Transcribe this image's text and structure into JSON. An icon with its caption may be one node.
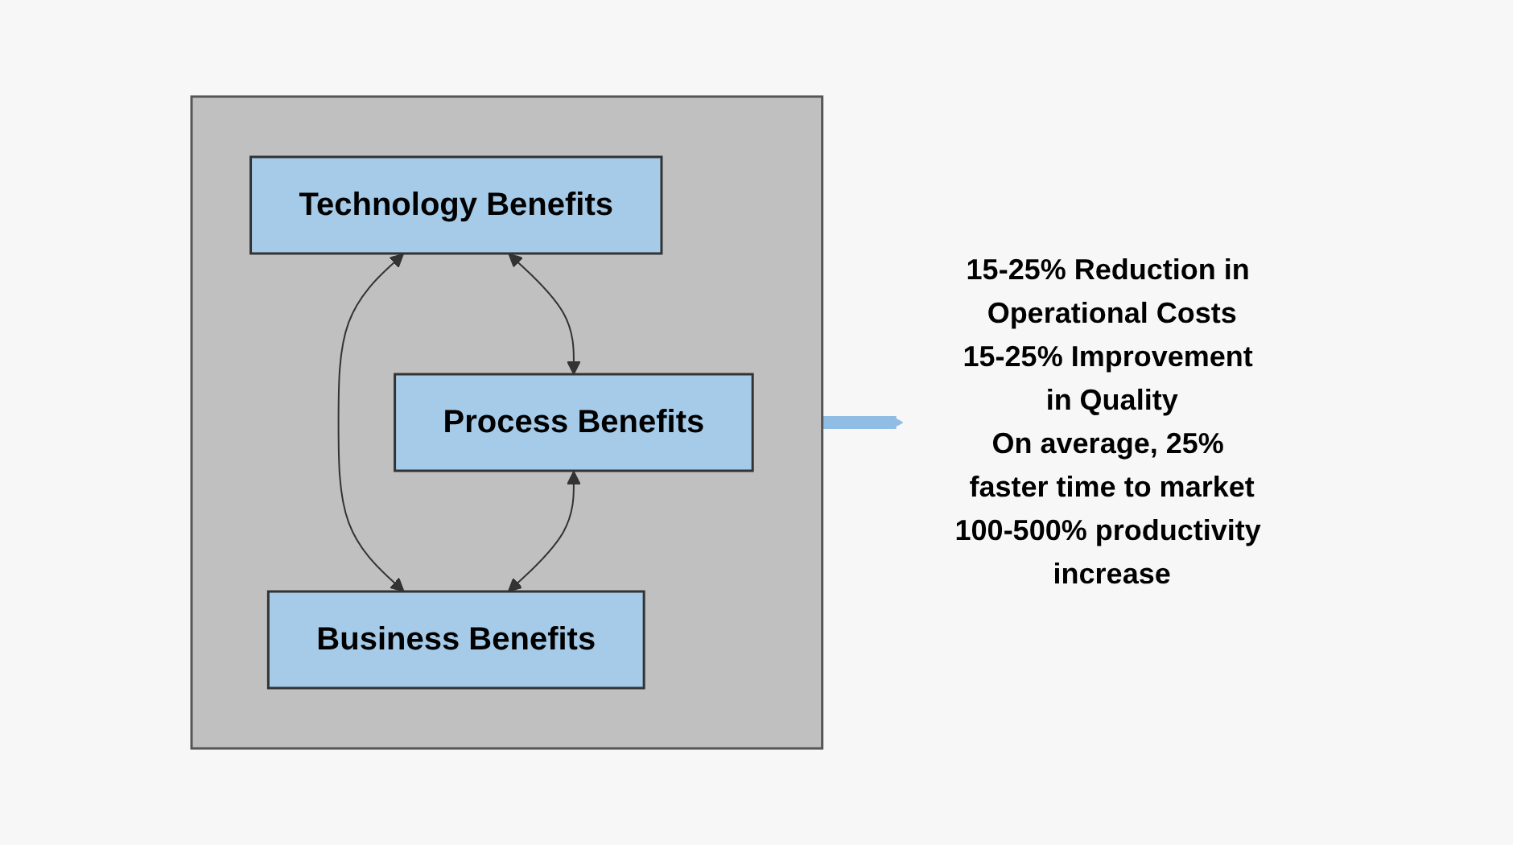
{
  "diagram": {
    "nodes": [
      {
        "text": [],
        "shape": "box"
      },
      {
        "text": [
          "Technology Benefits"
        ],
        "in": 0
      },
      {
        "text": [
          "Process Benefits"
        ],
        "in": 0
      },
      {
        "text": [
          "Business Benefits"
        ],
        "in": 0
      },
      {
        "text": [
          "15-25% Reduction in Operational Costs",
          "15-25% Improvement in Quality",
          "On average, 25% faster time to market",
          "100-500% productivity increase"
        ]
      }
    ],
    "edges": [
      {
        "from": 1,
        "to": 2,
        "arrow": "both"
      },
      {
        "from": 1,
        "to": 3,
        "arrow": "both"
      },
      {
        "from": 2,
        "to": 3,
        "arrow": "both"
      },
      {
        "from": 0,
        "to": 4,
        "arrow": "to",
        "style": "thick",
        "color": "#8fbde3"
      }
    ]
  }
}
